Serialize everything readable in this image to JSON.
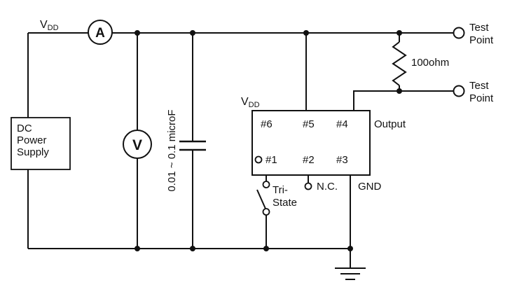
{
  "labels": {
    "vdd_left": {
      "main": "V",
      "sub": "DD"
    },
    "vdd_ic": {
      "main": "V",
      "sub": "DD"
    },
    "ammeter": "A",
    "voltmeter": "V",
    "capacitor": "0.01 ~ 0.1 microF",
    "power_supply": [
      "DC",
      "Power",
      "Supply"
    ],
    "resistor": "100ohm",
    "output": "Output",
    "gnd": "GND",
    "nc": "N.C.",
    "tristate": [
      "Tri-",
      "State"
    ],
    "test_point_top": [
      "Test",
      "Point"
    ],
    "test_point_bottom": [
      "Test",
      "Point"
    ],
    "ic_pins": {
      "p1": "#1",
      "p2": "#2",
      "p3": "#3",
      "p4": "#4",
      "p5": "#5",
      "p6": "#6"
    }
  },
  "colors": {
    "line": "#111111",
    "background": "#ffffff"
  }
}
